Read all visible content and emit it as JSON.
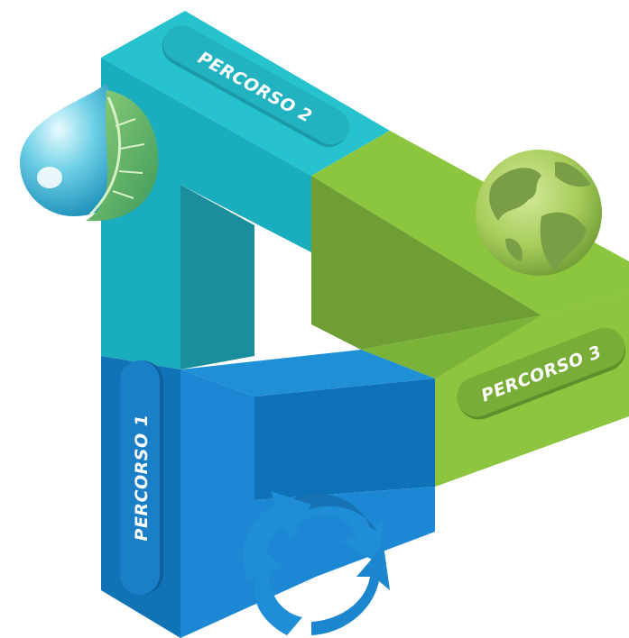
{
  "diagram": {
    "paths": [
      {
        "id": "percorso-1",
        "label": "PERCORSO 1",
        "color": "#1b86cf",
        "icon": "recycle-arrows-icon"
      },
      {
        "id": "percorso-2",
        "label": "PERCORSO 2",
        "color": "#1fb3c2",
        "icon": "water-leaf-icon"
      },
      {
        "id": "percorso-3",
        "label": "PERCORSO 3",
        "color": "#8cc63f",
        "icon": "globe-icon"
      }
    ]
  }
}
